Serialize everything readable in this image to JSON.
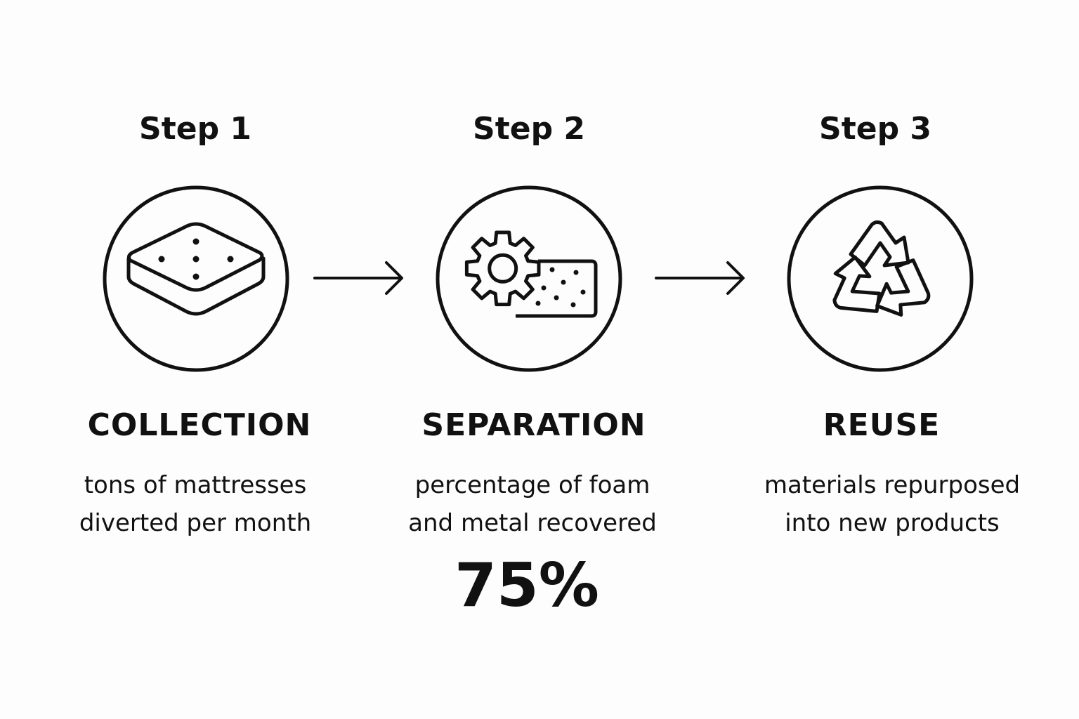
{
  "steps": [
    {
      "title": "Step 1",
      "name": "COLLECTION",
      "description": [
        "tons of mattresses",
        "diverted per month"
      ],
      "icon": "mattress-icon"
    },
    {
      "title": "Step 2",
      "name": "SEPARATION",
      "description": [
        "percentage of foam",
        "and metal recovered"
      ],
      "stat": "75%",
      "icon": "gear-foam-icon"
    },
    {
      "title": "Step 3",
      "name": "REUSE",
      "description": [
        "materials repurposed",
        "into new products"
      ],
      "icon": "recycle-icon"
    }
  ],
  "connectors": [
    "arrow-right-icon",
    "arrow-right-icon"
  ],
  "colors": {
    "ink": "#111111",
    "background": "#fdfdfd"
  }
}
